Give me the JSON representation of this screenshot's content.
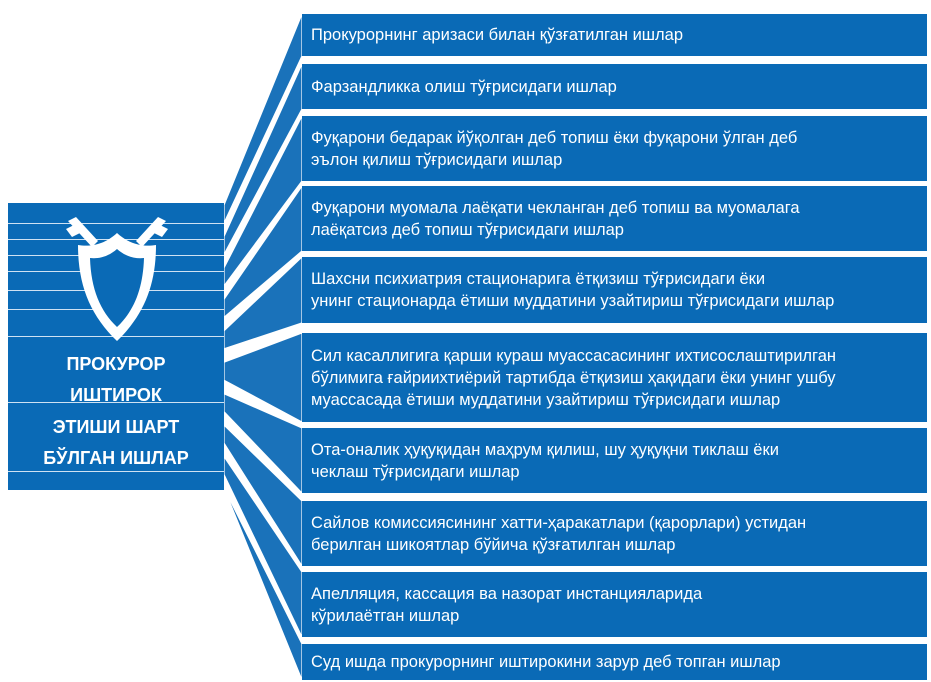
{
  "center": {
    "icon": "shield-crossed-swords-icon",
    "lines": [
      "ПРОКУРОР",
      "ИШТИРОК",
      "ЭТИШИ ШАРТ",
      "БЎЛГАН ИШЛАР"
    ]
  },
  "items": [
    {
      "lines": [
        "Прокурорнинг аризаси билан қўзғатилган ишлар"
      ]
    },
    {
      "lines": [
        "Фарзандликка олиш тўғрисидаги ишлар"
      ]
    },
    {
      "lines": [
        "Фуқарони бедарак йўқолган деб топиш ёки фуқарони ўлган деб",
        "эълон қилиш тўғрисидаги ишлар"
      ]
    },
    {
      "lines": [
        "Фуқарони муомала лаёқати чекланган деб топиш ва муомалага",
        "лаёқатсиз деб топиш тўғрисидаги ишлар"
      ]
    },
    {
      "lines": [
        "Шахсни психиатрия стационарига ётқизиш тўғрисидаги ёки",
        "унинг стационарда ётиши муддатини узайтириш тўғрисидаги ишлар"
      ]
    },
    {
      "lines": [
        "Сил касаллигига қарши кураш муассасасининг ихтисослаштирилган",
        "бўлимига ғайриихтиёрий тартибда ётқизиш ҳақидаги ёки унинг ушбу",
        "муассасада ётиши муддатини узайтириш тўғрисидаги ишлар"
      ]
    },
    {
      "lines": [
        "Ота-оналик ҳуқуқидан маҳрум қилиш, шу ҳуқуқни тиклаш ёки",
        "чеклаш тўғрисидаги ишлар"
      ]
    },
    {
      "lines": [
        "Сайлов комиссиясининг хатти-ҳаракатлари (қарорлари) устидан",
        "берилган шикоятлар бўйича қўзғатилган ишлар"
      ]
    },
    {
      "lines": [
        "Апелляция, кассация ва назорат инстанцияларида",
        "кўрилаётган ишлар"
      ]
    },
    {
      "lines": [
        "Суд ишда прокурорнинг иштирокини зарур деб топган ишлар"
      ]
    }
  ],
  "colors": {
    "fill": "#0a6ab6",
    "connector": "#1a72ba",
    "text": "#ffffff",
    "divider": "#cfe2f3"
  }
}
